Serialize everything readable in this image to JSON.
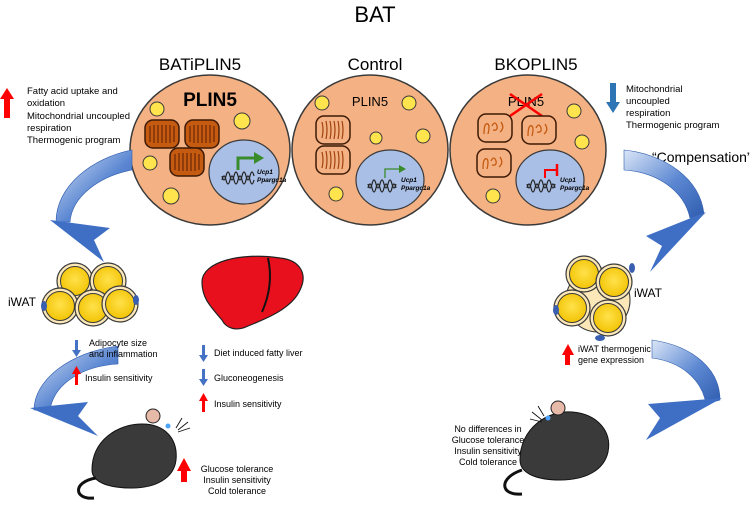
{
  "title": "BAT",
  "columns": {
    "bati": {
      "label": "BATiPLIN5",
      "protein": "PLIN5",
      "genes": [
        "Ucp1",
        "Ppargc1a"
      ]
    },
    "control": {
      "label": "Control",
      "protein": "PLIN5",
      "genes": [
        "Ucp1",
        "Ppargc1a"
      ]
    },
    "bko": {
      "label": "BKOPLIN5",
      "protein": "PLIN5",
      "genes": [
        "Ucp1",
        "Ppargc1a"
      ]
    }
  },
  "left_top_effects": [
    "Fatty acid uptake and",
    "oxidation",
    "Mitochondrial uncoupled",
    "respiration",
    "Thermogenic program"
  ],
  "right_top_effects": [
    "Mitochondrial",
    "uncoupled",
    "respiration",
    "Thermogenic program"
  ],
  "compensation_label": "“Compensation”",
  "iwat_left_label": "iWAT",
  "iwat_right_label": "iWAT",
  "iwat_left_effects": {
    "down": [
      "Adipocyte size",
      "and inflammation"
    ],
    "up": [
      "Insulin sensitivity"
    ]
  },
  "liver_effects": {
    "down1": [
      "Diet induced fatty liver"
    ],
    "down2": [
      "Gluconeogenesis"
    ],
    "up": [
      "Insulin sensitivity"
    ]
  },
  "iwat_right_effects": [
    "iWAT thermogenic",
    "gene expression"
  ],
  "mouse_left_effects": [
    "Glucose tolerance",
    "Insulin sensitivity",
    "Cold tolerance"
  ],
  "mouse_right_effects": [
    "No differences in",
    "Glucose tolerance",
    "Insulin sensitivity",
    "Cold tolerance"
  ],
  "colors": {
    "cell_fill": "#f4b183",
    "nucleus_fill": "#a9bfe6",
    "lipid_fill": "#ffe44d",
    "mito_fill": "#c55a11",
    "arrow_red": "#ff0000",
    "arrow_blue": "#4472c4",
    "curve_arrow": "#3f6fc5",
    "liver": "#e8101d"
  }
}
